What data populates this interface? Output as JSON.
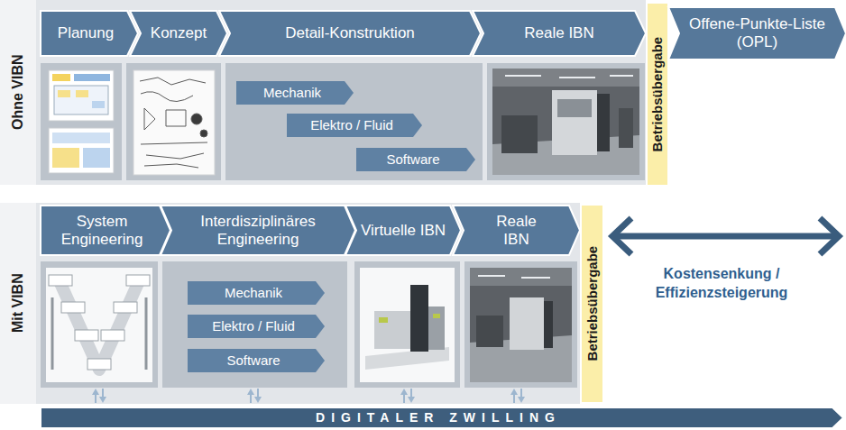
{
  "diagram": {
    "nodes": [
      {
        "text": [
          "Ohne VIBN"
        ]
      },
      {
        "text": [
          "Planung"
        ],
        "in": 0
      },
      {
        "text": [
          "Konzept"
        ],
        "in": 0
      },
      {
        "text": [
          "Detail-Konstruktion"
        ],
        "in": 0
      },
      {
        "text": [
          "Reale IBN"
        ],
        "in": 0
      },
      {
        "text": [
          "Betriebsübergabe"
        ]
      },
      {
        "text": [
          "Offene-Punkte-Liste (OPL)"
        ]
      },
      {
        "text": [
          "Mechanik"
        ],
        "in": 0
      },
      {
        "text": [
          "Elektro / Fluid"
        ],
        "in": 0
      },
      {
        "text": [
          "Software"
        ],
        "in": 0
      },
      {
        "text": [
          "Mit VIBN"
        ]
      },
      {
        "text": [
          "System Engineering"
        ],
        "in": 10
      },
      {
        "text": [
          "Interdisziplinäres Engineering"
        ],
        "in": 10
      },
      {
        "text": [
          "Virtuelle IBN"
        ],
        "in": 10
      },
      {
        "text": [
          "Reale IBN"
        ],
        "in": 10
      },
      {
        "text": [
          "Betriebsübergabe"
        ]
      },
      {
        "text": [
          "Mechanik"
        ],
        "in": 10
      },
      {
        "text": [
          "Elektro / Fluid"
        ],
        "in": 10
      },
      {
        "text": [
          "Software"
        ],
        "in": 10
      },
      {
        "text": [
          "DIGITALER ZWILLING"
        ]
      }
    ],
    "labels": [
      "Kostensenkung / Effizienzsteigerung"
    ]
  }
}
